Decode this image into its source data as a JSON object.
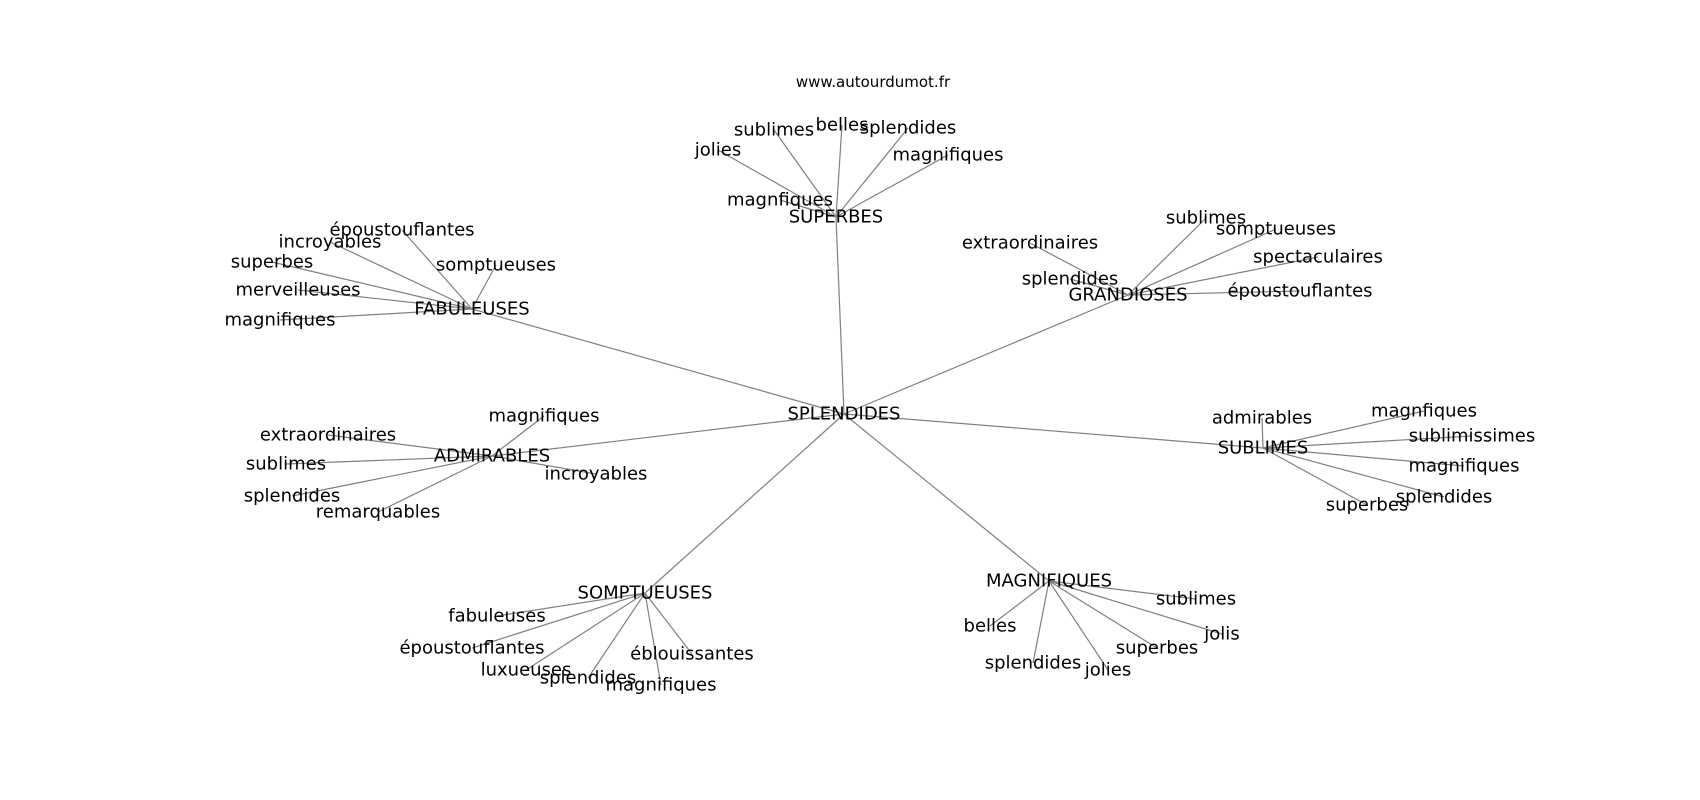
{
  "source_label": "www.autourdumot.fr",
  "colors": {
    "edge": "#808080",
    "text": "#000000",
    "background": "#ffffff"
  },
  "graph": {
    "root": "SPLENDIDES",
    "clusters": [
      {
        "label": "SUPERBES",
        "children": [
          "jolies",
          "sublimes",
          "belles",
          "splendides",
          "magnifiques",
          "magnfiques"
        ]
      },
      {
        "label": "FABULEUSES",
        "children": [
          "époustouflantes",
          "incroyables",
          "superbes",
          "somptueuses",
          "merveilleuses",
          "magnifiques"
        ]
      },
      {
        "label": "GRANDIOSES",
        "children": [
          "extraordinaires",
          "sublimes",
          "somptueuses",
          "spectaculaires",
          "splendides",
          "époustouflantes"
        ]
      },
      {
        "label": "ADMIRABLES",
        "children": [
          "magnifiques",
          "extraordinaires",
          "sublimes",
          "incroyables",
          "splendides",
          "remarquables"
        ]
      },
      {
        "label": "SUBLIMES",
        "children": [
          "admirables",
          "magnfiques",
          "sublimissimes",
          "magnifiques",
          "splendides",
          "superbes"
        ]
      },
      {
        "label": "SOMPTUEUSES",
        "children": [
          "fabuleuses",
          "époustouflantes",
          "luxueuses",
          "splendides",
          "magnifiques",
          "éblouissantes"
        ]
      },
      {
        "label": "MAGNIFIQUES",
        "children": [
          "belles",
          "splendides",
          "jolies",
          "superbes",
          "jolis",
          "sublimes"
        ]
      }
    ]
  }
}
